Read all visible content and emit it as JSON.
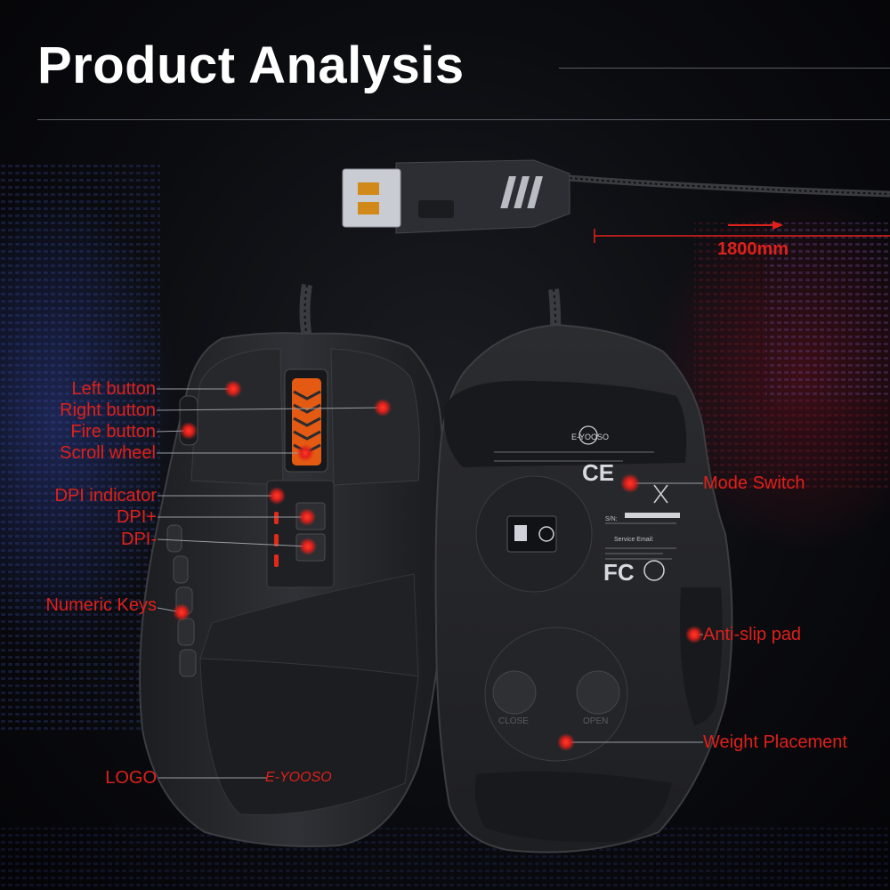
{
  "title": "Product Analysis",
  "cable_length": "1800mm",
  "brand_logo_text": "E-YOOSO",
  "labels": {
    "left_button": "Left button",
    "right_button": "Right button",
    "fire_button": "Fire button",
    "scroll_wheel": "Scroll wheel",
    "dpi_indicator": "DPI indicator",
    "dpi_plus": "DPI+",
    "dpi_minus": "DPI-",
    "numeric_keys": "Numeric Keys",
    "logo": "LOGO",
    "mode_switch": "Mode Switch",
    "anti_slip_pad": "Anti-slip pad",
    "weight_placement": "Weight Placement"
  },
  "bottom_text": {
    "brand": "E-YOOSO",
    "ce": "CE",
    "fc": "FC",
    "sn": "S/N:",
    "service": "Service Email:",
    "close": "CLOSE",
    "open": "OPEN"
  },
  "colors": {
    "accent": "#e0201a",
    "title": "#ffffff",
    "mouse_body": "#2a2b2f",
    "background": "#050608"
  }
}
